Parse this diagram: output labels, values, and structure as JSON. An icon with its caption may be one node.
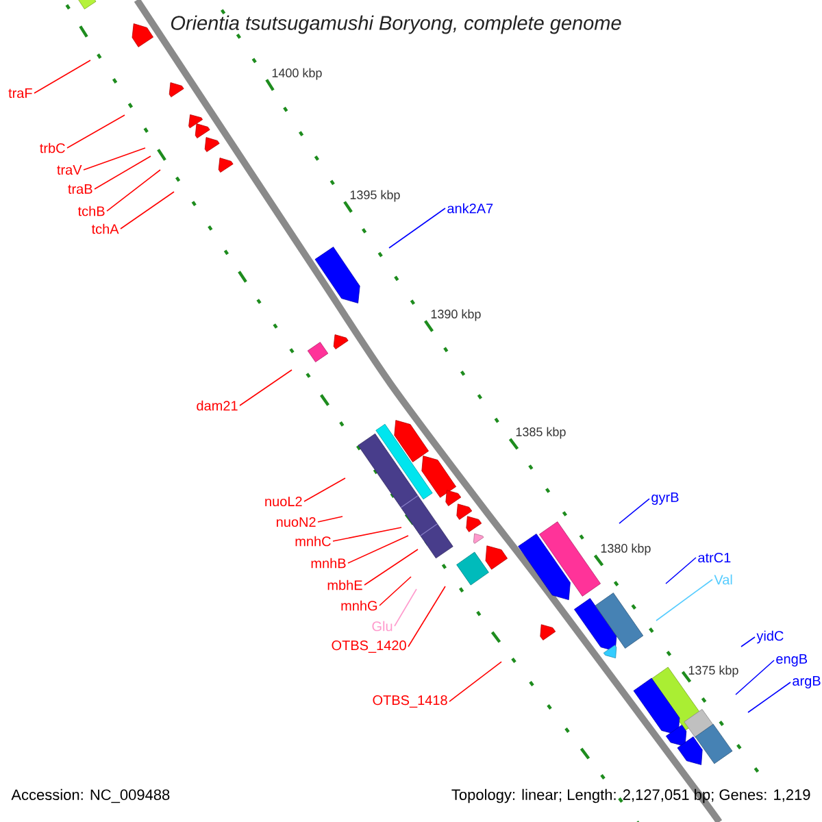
{
  "diagram": {
    "title": "Orientia tsutsugamushi Boryong, complete genome",
    "nodes": [
      {
        "text": [
          "traF"
        ]
      },
      {
        "text": [
          "trbC"
        ]
      },
      {
        "text": [
          "traV"
        ]
      },
      {
        "text": [
          "traB"
        ]
      },
      {
        "text": [
          "tchB"
        ]
      },
      {
        "text": [
          "tchA"
        ]
      },
      {
        "text": [
          "ank2A7"
        ]
      },
      {
        "text": [
          "dam21"
        ]
      },
      {
        "text": [
          "gyrB"
        ]
      },
      {
        "text": [
          "nuoL2"
        ]
      },
      {
        "text": [
          "nuoN2"
        ]
      },
      {
        "text": [
          "mnhC"
        ]
      },
      {
        "text": [
          "atrC1"
        ]
      },
      {
        "text": [
          "mnhB"
        ]
      },
      {
        "text": [
          "Val"
        ]
      },
      {
        "text": [
          "mbhE"
        ]
      },
      {
        "text": [
          "mnhG"
        ]
      },
      {
        "text": [
          "Glu"
        ]
      },
      {
        "text": [
          "yidC"
        ]
      },
      {
        "text": [
          "OTBS_1420"
        ]
      },
      {
        "text": [
          "engB"
        ]
      },
      {
        "text": [
          "argB"
        ]
      },
      {
        "text": [
          "OTBS_1418"
        ]
      }
    ],
    "edges": [
      {
        "from": 0,
        "to": null,
        "arrow": "none"
      },
      {
        "from": 1,
        "to": null,
        "arrow": "none"
      },
      {
        "from": 2,
        "to": null,
        "arrow": "none"
      },
      {
        "from": 3,
        "to": null,
        "arrow": "none"
      },
      {
        "from": 4,
        "to": null,
        "arrow": "none"
      },
      {
        "from": 5,
        "to": null,
        "arrow": "none"
      },
      {
        "from": 6,
        "to": null,
        "arrow": "none",
        "color": "#0000ff"
      },
      {
        "from": 7,
        "to": null,
        "arrow": "none"
      },
      {
        "from": 8,
        "to": null,
        "arrow": "none",
        "color": "#0000ff"
      },
      {
        "from": 9,
        "to": null,
        "arrow": "none"
      },
      {
        "from": 10,
        "to": null,
        "arrow": "none"
      },
      {
        "from": 11,
        "to": null,
        "arrow": "none"
      },
      {
        "from": 12,
        "to": null,
        "arrow": "none",
        "color": "#0000ff"
      },
      {
        "from": 13,
        "to": null,
        "arrow": "none"
      },
      {
        "from": 14,
        "to": null,
        "arrow": "none",
        "color": "#55ccff"
      },
      {
        "from": 15,
        "to": null,
        "arrow": "none"
      },
      {
        "from": 16,
        "to": null,
        "arrow": "none"
      },
      {
        "from": 17,
        "to": null,
        "arrow": "none",
        "color": "#ff99cc"
      },
      {
        "from": 18,
        "to": null,
        "arrow": "none",
        "color": "#0000ff"
      },
      {
        "from": 19,
        "to": null,
        "arrow": "none"
      },
      {
        "from": 20,
        "to": null,
        "arrow": "none",
        "color": "#0000ff"
      },
      {
        "from": 21,
        "to": null,
        "arrow": "none",
        "color": "#0000ff"
      },
      {
        "from": 22,
        "to": null,
        "arrow": "none"
      }
    ],
    "labels": [
      "1400 kbp",
      "1395 kbp",
      "1390 kbp",
      "1385 kbp",
      "1380 kbp",
      "1375 kbp",
      "Accession: NC_009488",
      "Topology: linear; Length: 2,127,051 bp; Genes: 1,219"
    ]
  }
}
